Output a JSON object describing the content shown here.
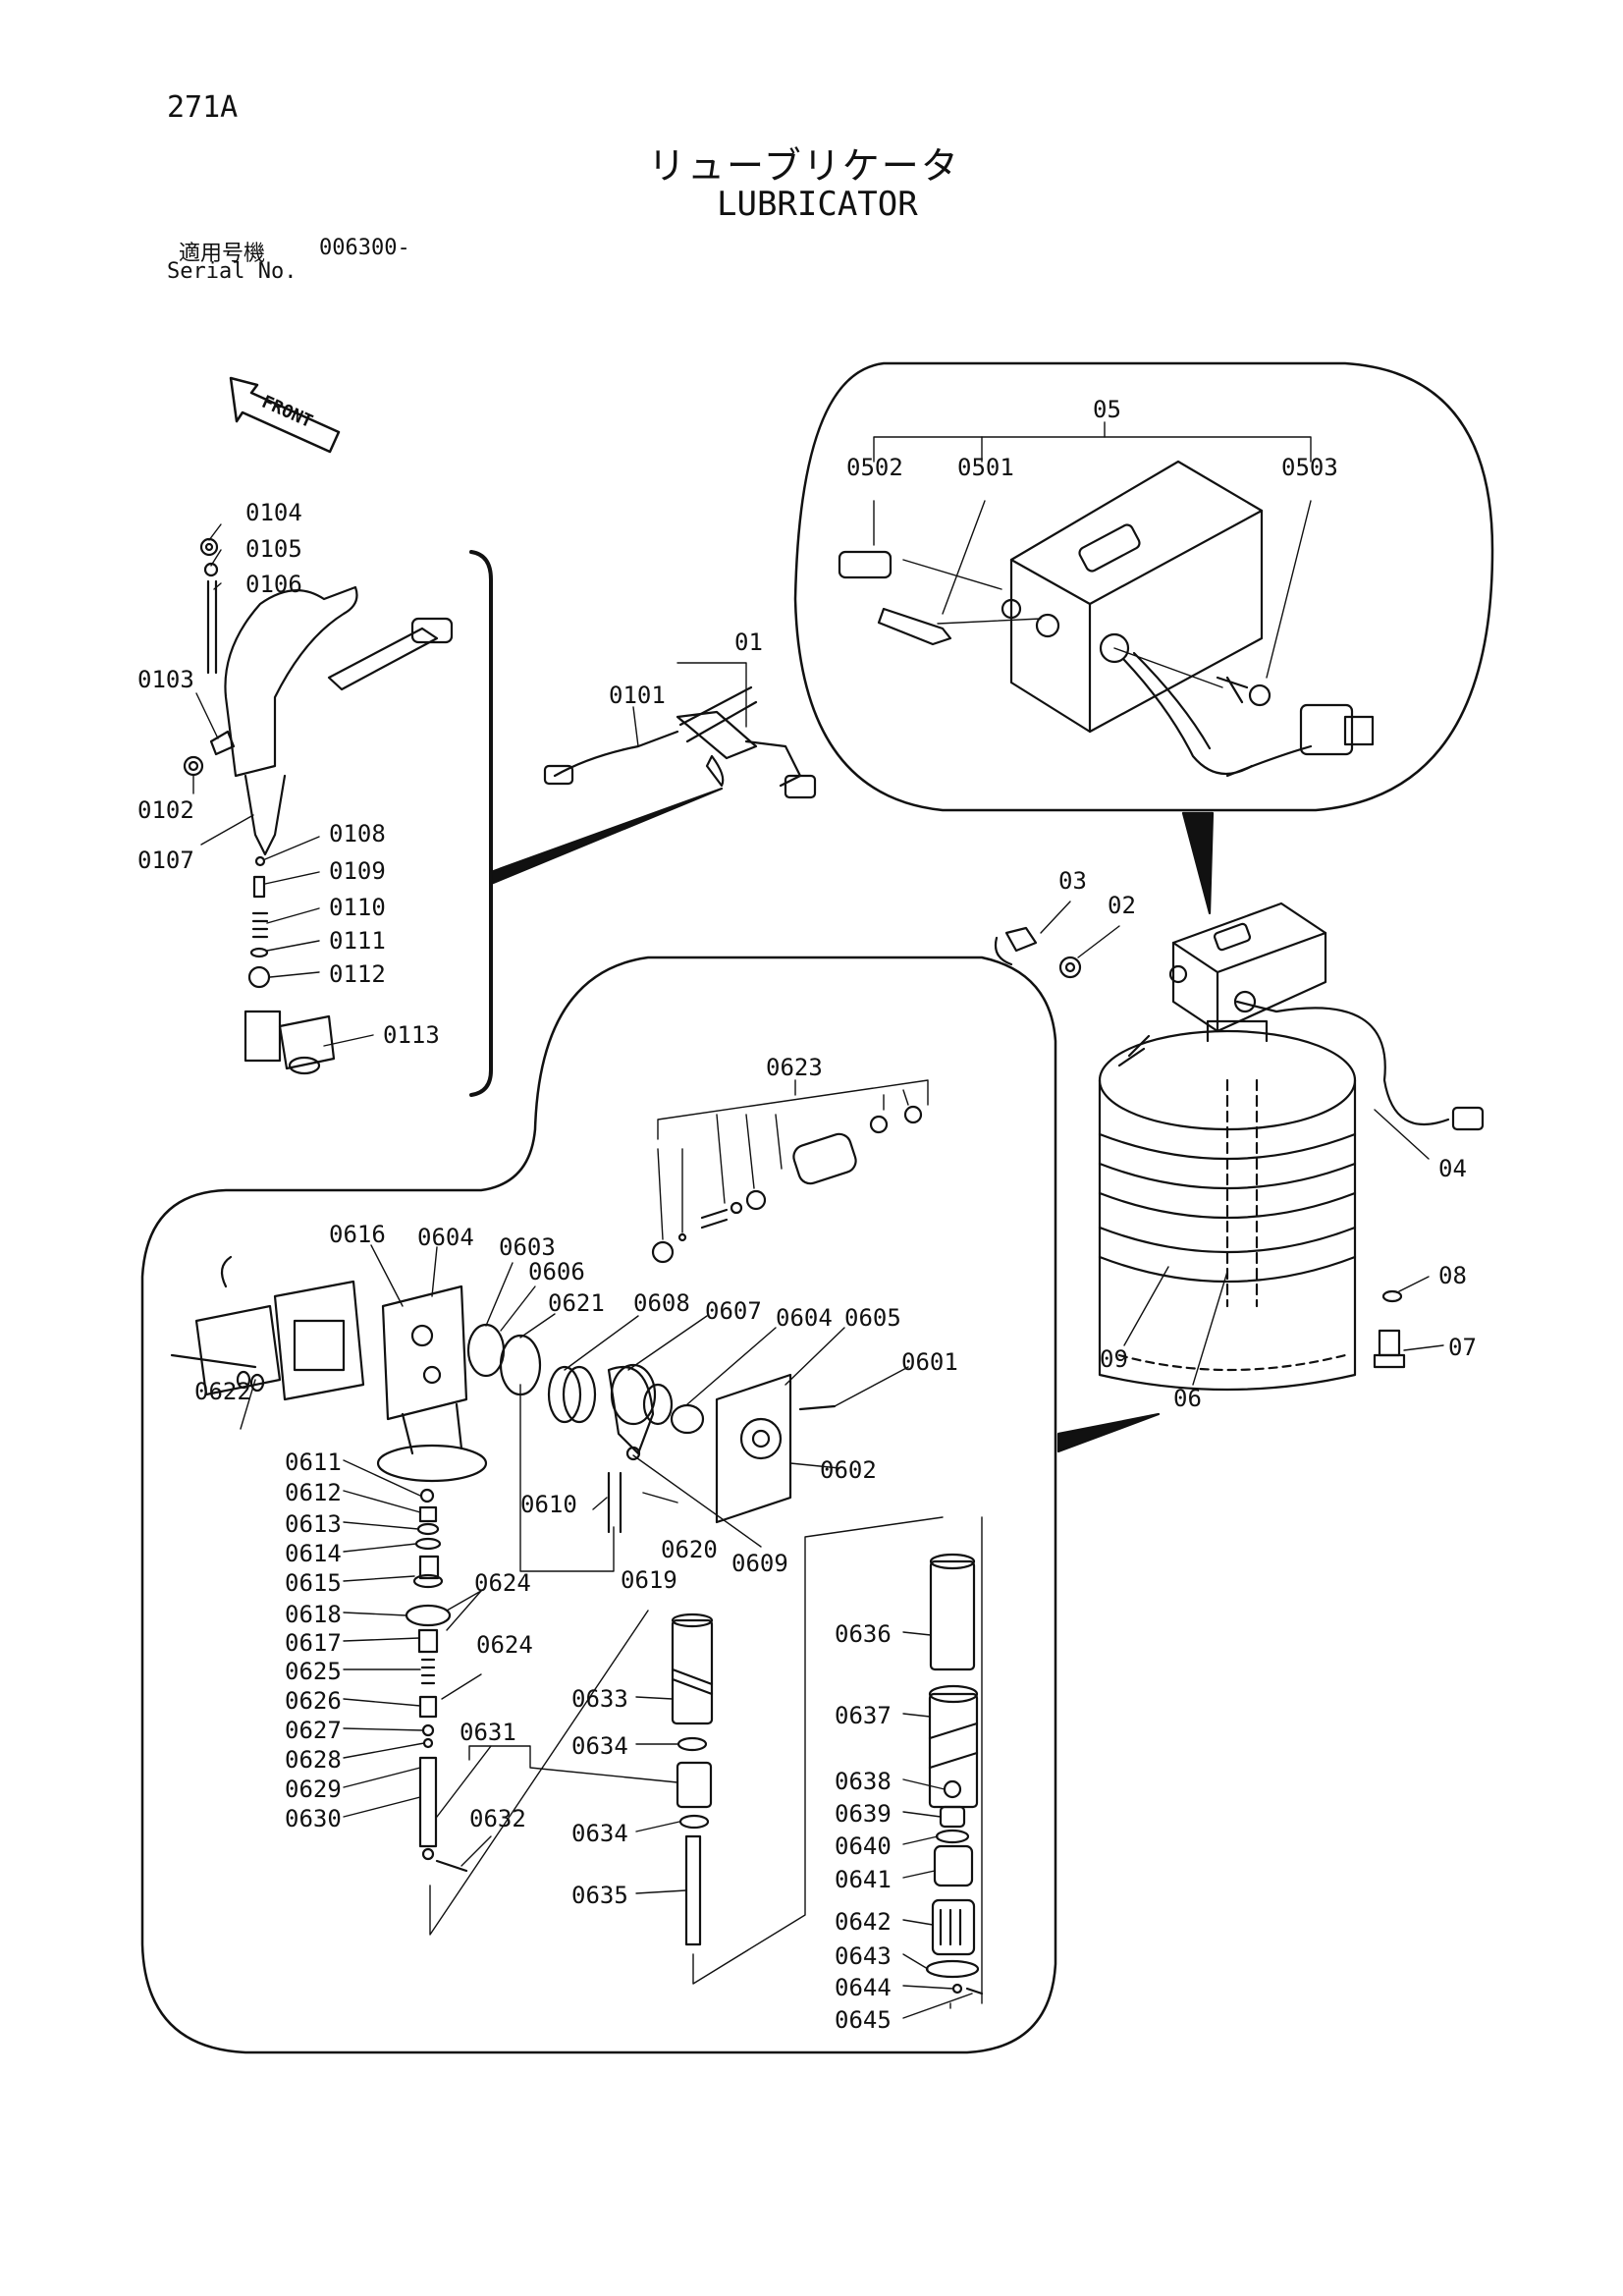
{
  "header": {
    "page_number": "271A",
    "title_jp": "リューブリケータ",
    "title_en": "LUBRICATOR",
    "serial_label_jp": "適用号機",
    "serial_value": "006300-",
    "serial_label_en": "Serial No."
  },
  "front_indicator": "FRONT",
  "part_labels": [
    {
      "id": "01",
      "text": "01"
    },
    {
      "id": "0101",
      "text": "0101"
    },
    {
      "id": "0102",
      "text": "0102"
    },
    {
      "id": "0103",
      "text": "0103"
    },
    {
      "id": "0104",
      "text": "0104"
    },
    {
      "id": "0105",
      "text": "0105"
    },
    {
      "id": "0106",
      "text": "0106"
    },
    {
      "id": "0107",
      "text": "0107"
    },
    {
      "id": "0108",
      "text": "0108"
    },
    {
      "id": "0109",
      "text": "0109"
    },
    {
      "id": "0110",
      "text": "0110"
    },
    {
      "id": "0111",
      "text": "0111"
    },
    {
      "id": "0112",
      "text": "0112"
    },
    {
      "id": "0113",
      "text": "0113"
    },
    {
      "id": "02",
      "text": "02"
    },
    {
      "id": "03",
      "text": "03"
    },
    {
      "id": "04",
      "text": "04"
    },
    {
      "id": "05",
      "text": "05"
    },
    {
      "id": "0501",
      "text": "0501"
    },
    {
      "id": "0502",
      "text": "0502"
    },
    {
      "id": "0503",
      "text": "0503"
    },
    {
      "id": "06",
      "text": "06"
    },
    {
      "id": "0601",
      "text": "0601"
    },
    {
      "id": "0602",
      "text": "0602"
    },
    {
      "id": "0603",
      "text": "0603"
    },
    {
      "id": "0604a",
      "text": "0604"
    },
    {
      "id": "0604b",
      "text": "0604"
    },
    {
      "id": "0605",
      "text": "0605"
    },
    {
      "id": "0606",
      "text": "0606"
    },
    {
      "id": "0607",
      "text": "0607"
    },
    {
      "id": "0608",
      "text": "0608"
    },
    {
      "id": "0609",
      "text": "0609"
    },
    {
      "id": "0610",
      "text": "0610"
    },
    {
      "id": "0611",
      "text": "0611"
    },
    {
      "id": "0612",
      "text": "0612"
    },
    {
      "id": "0613",
      "text": "0613"
    },
    {
      "id": "0614",
      "text": "0614"
    },
    {
      "id": "0615",
      "text": "0615"
    },
    {
      "id": "0616",
      "text": "0616"
    },
    {
      "id": "0617",
      "text": "0617"
    },
    {
      "id": "0618",
      "text": "0618"
    },
    {
      "id": "0619",
      "text": "0619"
    },
    {
      "id": "0620",
      "text": "0620"
    },
    {
      "id": "0621",
      "text": "0621"
    },
    {
      "id": "0622",
      "text": "0622"
    },
    {
      "id": "0623",
      "text": "0623"
    },
    {
      "id": "0624a",
      "text": "0624"
    },
    {
      "id": "0624b",
      "text": "0624"
    },
    {
      "id": "0625",
      "text": "0625"
    },
    {
      "id": "0626",
      "text": "0626"
    },
    {
      "id": "0627",
      "text": "0627"
    },
    {
      "id": "0628",
      "text": "0628"
    },
    {
      "id": "0629",
      "text": "0629"
    },
    {
      "id": "0630",
      "text": "0630"
    },
    {
      "id": "0631",
      "text": "0631"
    },
    {
      "id": "0632",
      "text": "0632"
    },
    {
      "id": "0633",
      "text": "0633"
    },
    {
      "id": "0634a",
      "text": "0634"
    },
    {
      "id": "0634b",
      "text": "0634"
    },
    {
      "id": "0635",
      "text": "0635"
    },
    {
      "id": "0636",
      "text": "0636"
    },
    {
      "id": "0637",
      "text": "0637"
    },
    {
      "id": "0638",
      "text": "0638"
    },
    {
      "id": "0639",
      "text": "0639"
    },
    {
      "id": "0640",
      "text": "0640"
    },
    {
      "id": "0641",
      "text": "0641"
    },
    {
      "id": "0642",
      "text": "0642"
    },
    {
      "id": "0643",
      "text": "0643"
    },
    {
      "id": "0644",
      "text": "0644"
    },
    {
      "id": "0645",
      "text": "0645"
    },
    {
      "id": "07",
      "text": "07"
    },
    {
      "id": "08",
      "text": "08"
    },
    {
      "id": "09",
      "text": "09"
    }
  ]
}
